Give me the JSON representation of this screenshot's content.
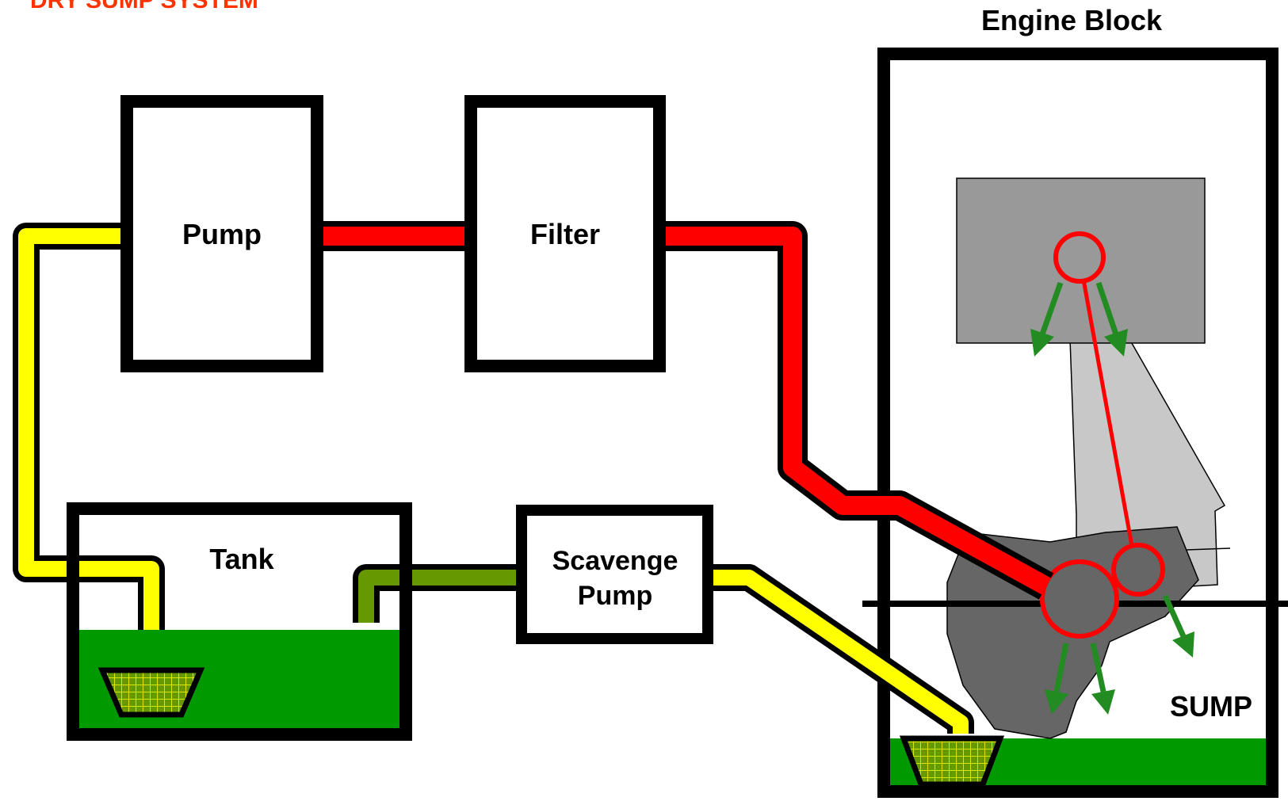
{
  "title": "DRY SUMP SYSTEM",
  "labels": {
    "engine_block": "Engine Block",
    "pump": "Pump",
    "filter": "Filter",
    "tank": "Tank",
    "scavenge_pump_line1": "Scavenge",
    "scavenge_pump_line2": "Pump",
    "sump": "SUMP"
  },
  "colors": {
    "title": "#ff3300",
    "pressure_line": "#ff0000",
    "suction_line": "#ffff00",
    "return_line": "#669900",
    "oil": "#009900",
    "flow_arrow": "#228B22",
    "piston": "#999999",
    "connecting_rod": "#c8c8c8",
    "crankshaft": "#666666",
    "outline": "#000000"
  },
  "icons": {
    "strainer": "mesh-strainer-icon",
    "flow_arrow": "green-arrow-icon"
  }
}
